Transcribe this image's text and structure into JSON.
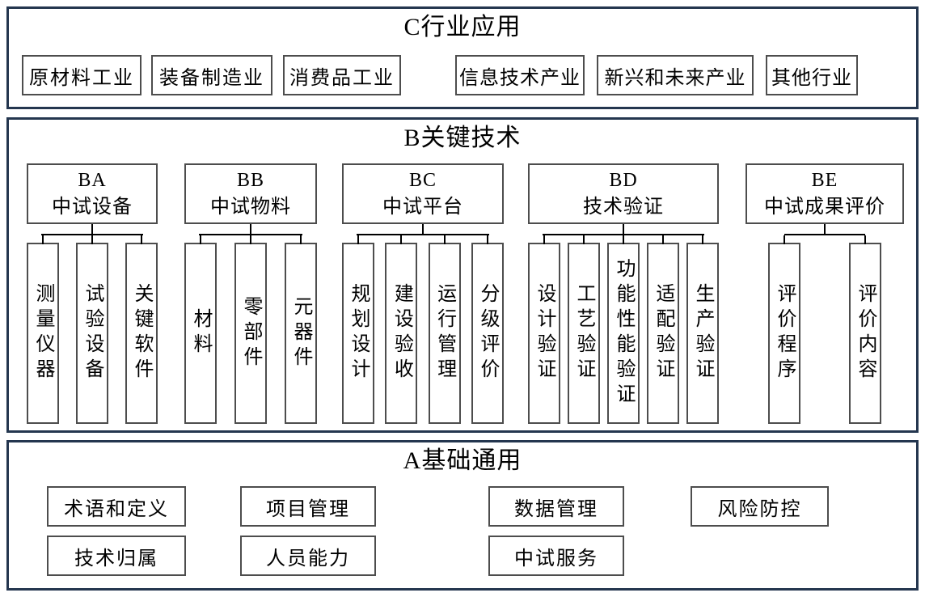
{
  "sections": {
    "c": {
      "title": "C行业应用",
      "boxes": [
        "原材料工业",
        "装备制造业",
        "消费品工业",
        "信息技术产业",
        "新兴和未来产业",
        "其他行业"
      ]
    },
    "b": {
      "title": "B关键技术",
      "groups": [
        {
          "code": "BA",
          "name": "中试设备",
          "children": [
            "测量仪器",
            "试验设备",
            "关键软件"
          ]
        },
        {
          "code": "BB",
          "name": "中试物料",
          "children": [
            "材料",
            "零部件",
            "元器件"
          ]
        },
        {
          "code": "BC",
          "name": "中试平台",
          "children": [
            "规划设计",
            "建设验收",
            "运行管理",
            "分级评价"
          ]
        },
        {
          "code": "BD",
          "name": "技术验证",
          "children": [
            "设计验证",
            "工艺验证",
            "功能性能验证",
            "适配验证",
            "生产验证"
          ]
        },
        {
          "code": "BE",
          "name": "中试成果评价",
          "children": [
            "评价程序",
            "评价内容"
          ]
        }
      ]
    },
    "a": {
      "title": "A基础通用",
      "boxes_row1": [
        "术语和定义",
        "项目管理",
        "数据管理",
        "风险防控"
      ],
      "boxes_row2": [
        "技术归属",
        "人员能力",
        "中试服务"
      ]
    }
  },
  "colors": {
    "section_border": "#24364f",
    "box_border": "#4d4d4d",
    "connector": "#000000",
    "text": "#000000",
    "background": "#ffffff"
  }
}
